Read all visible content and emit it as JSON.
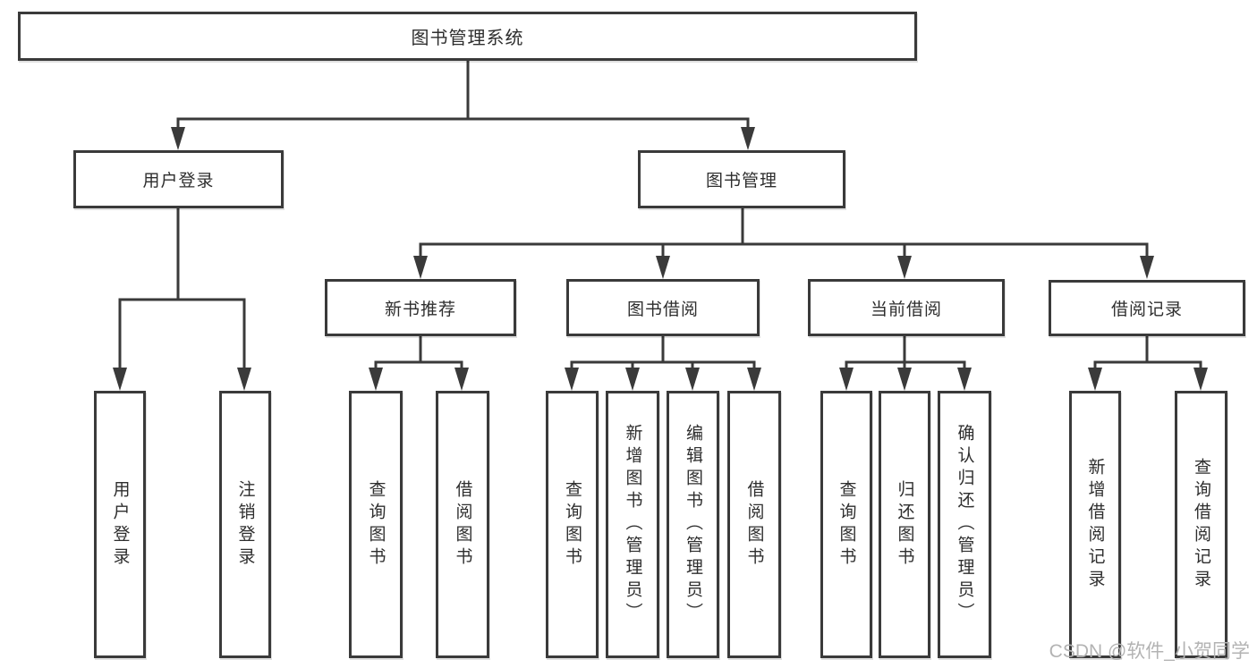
{
  "diagram_type": "hierarchy-tree",
  "tree": {
    "label": "图书管理系统",
    "children": [
      {
        "label": "用户登录",
        "children": [
          {
            "label": "用户登录"
          },
          {
            "label": "注销登录"
          }
        ]
      },
      {
        "label": "图书管理",
        "children": [
          {
            "label": "新书推荐",
            "children": [
              {
                "label": "查询图书"
              },
              {
                "label": "借阅图书"
              }
            ]
          },
          {
            "label": "图书借阅",
            "children": [
              {
                "label": "查询图书"
              },
              {
                "label": "新增图书（管理员）"
              },
              {
                "label": "编辑图书（管理员）"
              },
              {
                "label": "借阅图书"
              }
            ]
          },
          {
            "label": "当前借阅",
            "children": [
              {
                "label": "查询图书"
              },
              {
                "label": "归还图书"
              },
              {
                "label": "确认归还（管理员）"
              }
            ]
          },
          {
            "label": "借阅记录",
            "children": [
              {
                "label": "新增借阅记录"
              },
              {
                "label": "查询借阅记录"
              }
            ]
          }
        ]
      }
    ]
  },
  "watermark": "CSDN @软件_小贺同学",
  "colors": {
    "line": "#3a3a3a",
    "text": "#2e2e2e",
    "watermark": "#b3b3b3",
    "background": "#ffffff"
  }
}
